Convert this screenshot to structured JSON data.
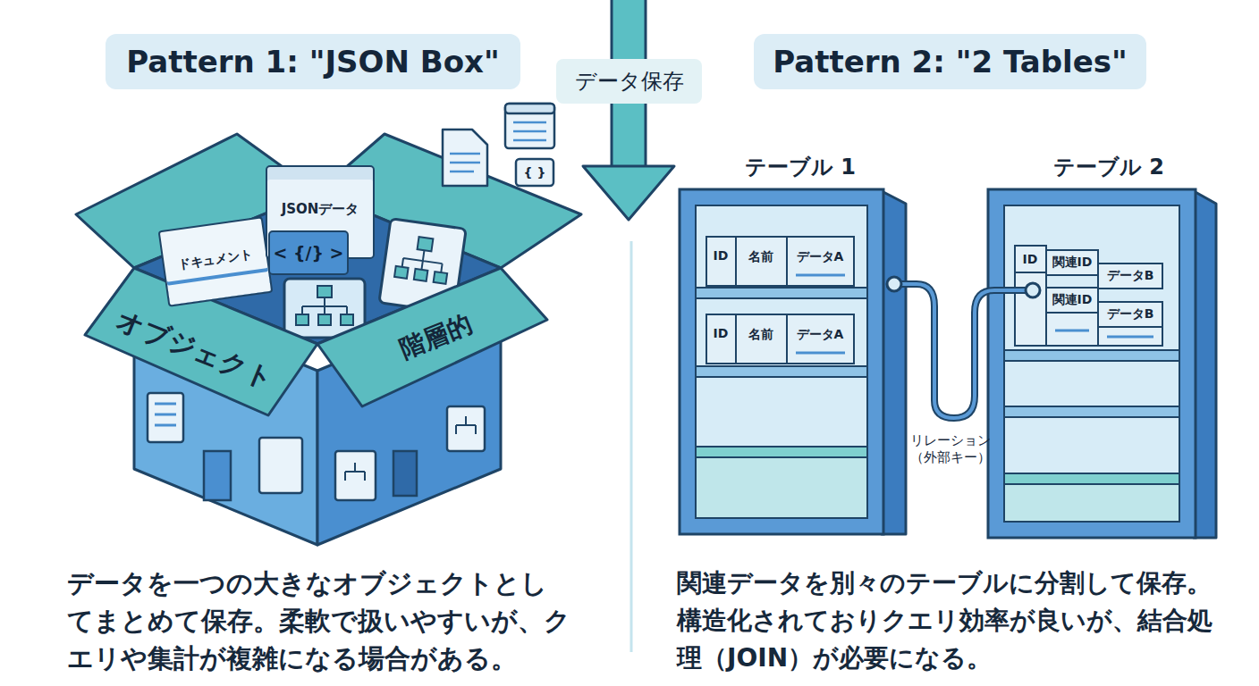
{
  "diagram": {
    "nodes": [
      {
        "text": [
          "Pattern 1: \"JSON Box\""
        ]
      },
      {
        "text": [
          "データ保存"
        ]
      },
      {
        "text": [
          "Pattern 2: \"2 Tables\""
        ]
      },
      {
        "text": [
          "ドキュメント"
        ]
      },
      {
        "text": [
          "JSONデータ"
        ]
      },
      {
        "text": [
          "< {/} >"
        ]
      },
      {
        "text": [
          "オブジェクト"
        ]
      },
      {
        "text": [
          "階層的"
        ]
      },
      {
        "text": [
          "テーブル 1"
        ]
      },
      {
        "text": [
          "テーブル 2"
        ]
      }
    ],
    "edges": [
      {
        "from": 8,
        "to": 9,
        "arrow": "none",
        "label": "リレーション （外部キー）"
      }
    ],
    "labels": [
      "ID",
      "名前",
      "データA",
      "ID",
      "名前",
      "データA",
      "ID",
      "関連ID",
      "データB",
      "関連ID",
      "データB",
      "{ }",
      "データを一つの大きなオブジェクトとしてまとめて保存。柔軟で扱いやすいが、クエリや集計が複雑になる場合がある。",
      "関連データを別々のテーブルに分割して保存。構造化されておりクエリ効率が良いが、結合処理（JOIN）が必要になる。"
    ]
  }
}
